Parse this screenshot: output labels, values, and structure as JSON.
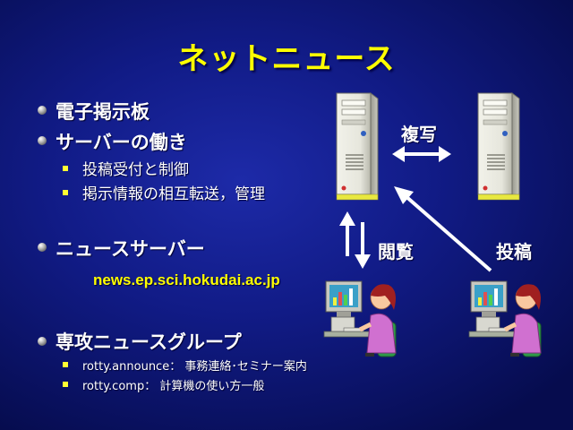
{
  "slide": {
    "title": "ネットニュース",
    "bullets": {
      "b1": "電子掲示板",
      "b2": "サーバーの働き",
      "b2_sub1": "投稿受付と制御",
      "b2_sub2": "掲示情報の相互転送，管理",
      "b3": "ニュースサーバー",
      "b3_url": "news.ep.sci.hokudai.ac.jp",
      "b4": "専攻ニュースグループ",
      "b4_sub1": "rotty.announce：  事務連絡･セミナー案内",
      "b4_sub2": "rotty.comp：  計算機の使い方一般"
    },
    "diagram": {
      "copy_label": "複写",
      "view_label": "閲覧",
      "post_label": "投稿"
    },
    "colors": {
      "title": "#ffff00",
      "url": "#ffff00",
      "sub_bullet": "#ffff33",
      "text": "#ffffff",
      "background": "#111b86"
    }
  }
}
